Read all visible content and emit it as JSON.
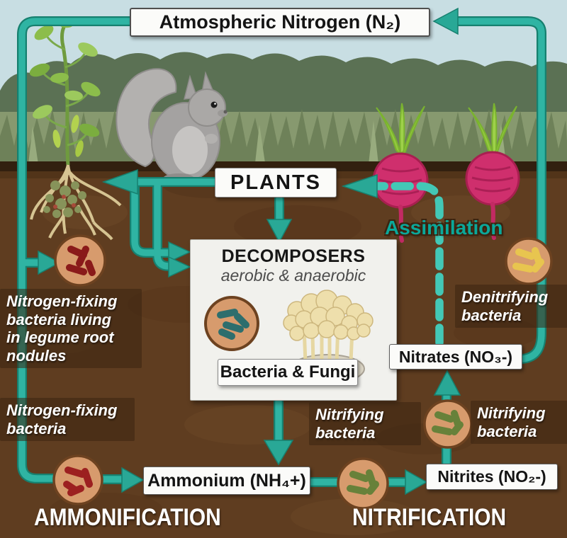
{
  "title_box": {
    "label": "Atmospheric Nitrogen (N₂)"
  },
  "plants_box": {
    "label": "PLANTS"
  },
  "decomposers_box": {
    "title": "DECOMPOSERS",
    "subtitle": "aerobic & anaerobic",
    "caption": "Bacteria & Fungi"
  },
  "boxes": {
    "ammonium": "Ammonium (NH₄+)",
    "nitrites": "Nitrites (NO₂-)",
    "nitrates": "Nitrates (NO₃-)"
  },
  "labels": {
    "nodule_bacteria": "Nitrogen-fixing\nbacteria living\nin legume root\nnodules",
    "nitrogen_fixing": "Nitrogen-fixing\nbacteria",
    "nitrifying_left": "Nitrifying\nbacteria",
    "nitrifying_right": "Nitrifying\nbacteria",
    "denitrifying": "Denitrifying\nbacteria",
    "assimilation": "Assimilation"
  },
  "processes": {
    "ammonification": "AMMONIFICATION",
    "nitrification": "NITRIFICATION"
  },
  "colors": {
    "arrow_teal": "#2fb4a3",
    "assimilation_text": "#0ba89a",
    "sky": "#c8dee3",
    "bush_green": "#5b7154",
    "grass_green": "#87996f",
    "soil_brown": "#5f3d20",
    "label_panel": "rgba(58,36,16,0.55)",
    "radish_pink": "#cf2f6d",
    "box_bg": "#fbfbf9"
  }
}
